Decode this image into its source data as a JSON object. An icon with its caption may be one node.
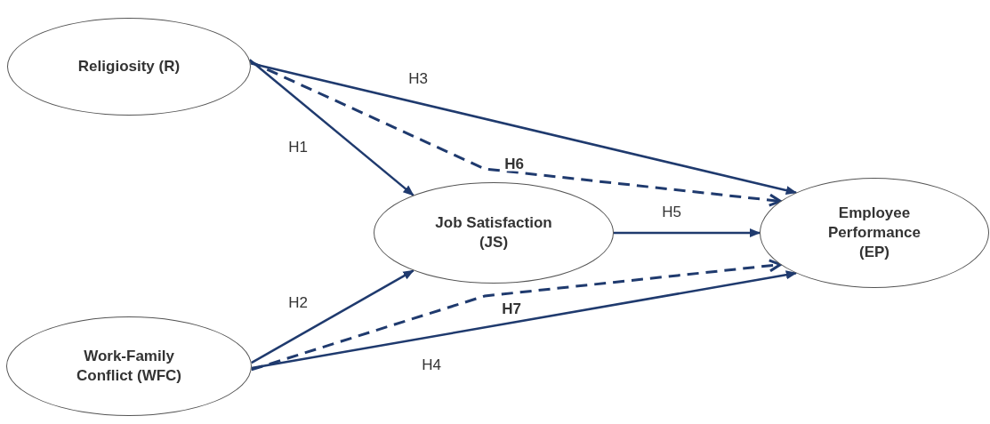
{
  "diagram": {
    "nodes": [
      {
        "text": [
          "Religiosity (R)"
        ]
      },
      {
        "text": [
          "Job Satisfaction (JS)"
        ]
      },
      {
        "text": [
          "Employee Performance (EP)"
        ]
      },
      {
        "text": [
          "Work-Family Conflict (WFC)"
        ]
      }
    ],
    "edges": [
      {
        "from": 0,
        "to": 1,
        "arrow": "to",
        "label": "H1"
      },
      {
        "from": 3,
        "to": 1,
        "arrow": "to",
        "label": "H2"
      },
      {
        "from": 0,
        "to": 2,
        "arrow": "to",
        "label": "H3"
      },
      {
        "from": 3,
        "to": 2,
        "arrow": "to",
        "label": "H4"
      },
      {
        "from": 1,
        "to": 2,
        "arrow": "to",
        "label": "H5"
      },
      {
        "from": 0,
        "to": 2,
        "arrow": "to",
        "label": "H6",
        "style": "dashed"
      },
      {
        "from": 3,
        "to": 2,
        "arrow": "to",
        "label": "H7",
        "style": "dashed"
      }
    ]
  }
}
